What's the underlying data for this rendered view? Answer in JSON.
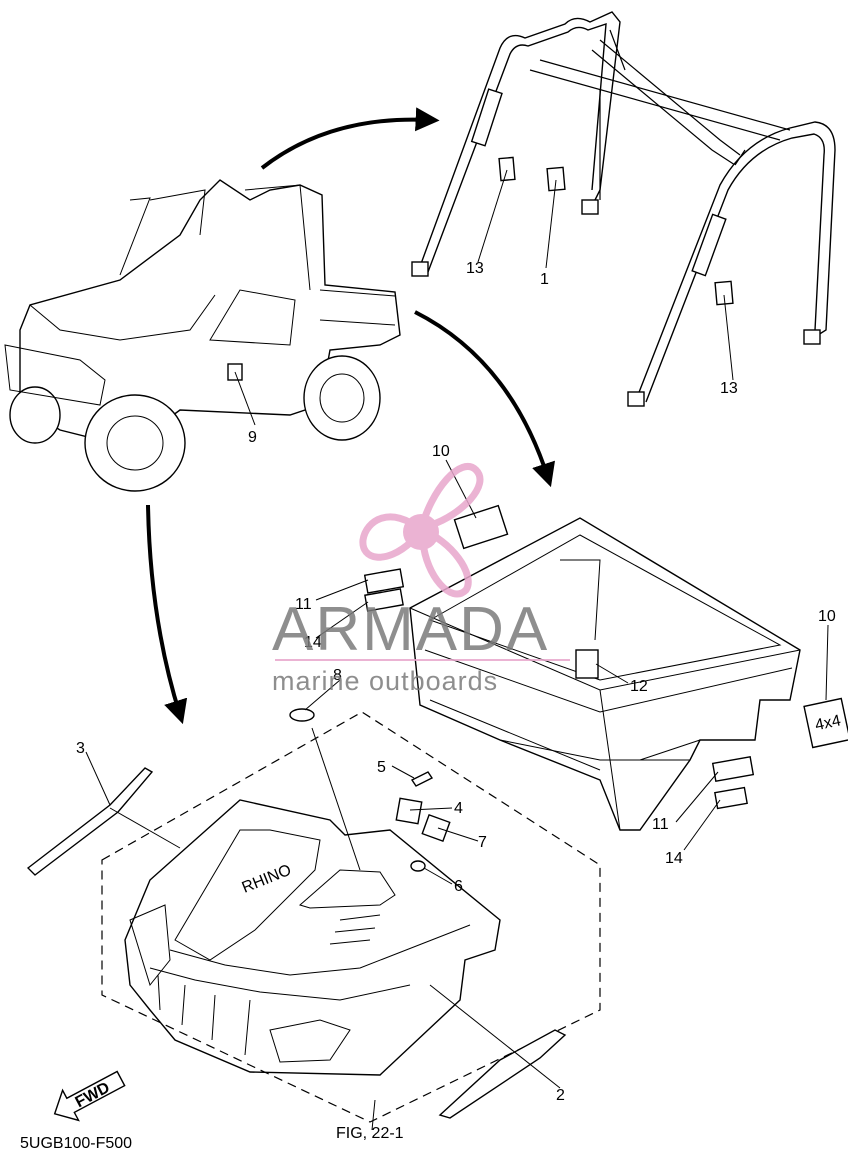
{
  "callouts": [
    "1",
    "2",
    "3",
    "4",
    "5",
    "6",
    "7",
    "8",
    "9",
    "10",
    "10",
    "11",
    "11",
    "12",
    "13",
    "13",
    "14",
    "14"
  ],
  "figure_ref": "FIG, 22-1",
  "diagram_code": "5UGB100-F500",
  "fwd_label": "FWD",
  "watermark": {
    "title": "ARMADA",
    "subtitle": "marine outboards",
    "color": "#e8a6cc"
  },
  "decal_text": {
    "badge_4x4": "4x4",
    "hood_logo": "RHINO"
  }
}
